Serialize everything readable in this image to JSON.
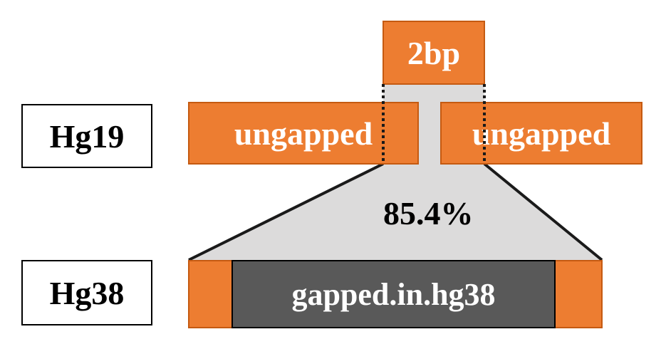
{
  "labels": {
    "hg19": "Hg19",
    "hg38": "Hg38"
  },
  "hg19_blocks": {
    "left": "ungapped",
    "right": "ungapped"
  },
  "insert_block": "2bp",
  "hg38_block": "gapped.in.hg38",
  "percentage": "85.4%",
  "colors": {
    "orange": "#ED7D31",
    "gapped_fill": "#595959",
    "shading": "#DCDBDB"
  }
}
